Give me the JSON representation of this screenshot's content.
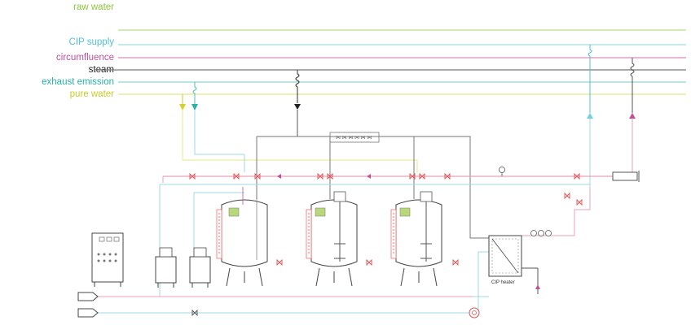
{
  "legend": {
    "raw_water": "raw water",
    "cip_supply": "CIP supply",
    "circumfluence": "circumfluence",
    "steam": "steam",
    "exhaust_emission": "exhaust emission",
    "pure_water": "pure water"
  },
  "equipment": {
    "cip_heater": "CIP heater"
  },
  "colors": {
    "raw_water": "#8cc63f",
    "cip_supply": "#4fc1d6",
    "circumfluence": "#c0509a",
    "steam": "#222222",
    "exhaust_emission": "#2ab0a8",
    "pure_water": "#c8cc2a",
    "circ_pipe": "#e8a0b8",
    "cip_pipe": "#9fd9e2",
    "pure_pipe": "#e7e98a",
    "valve": "#e05050"
  }
}
